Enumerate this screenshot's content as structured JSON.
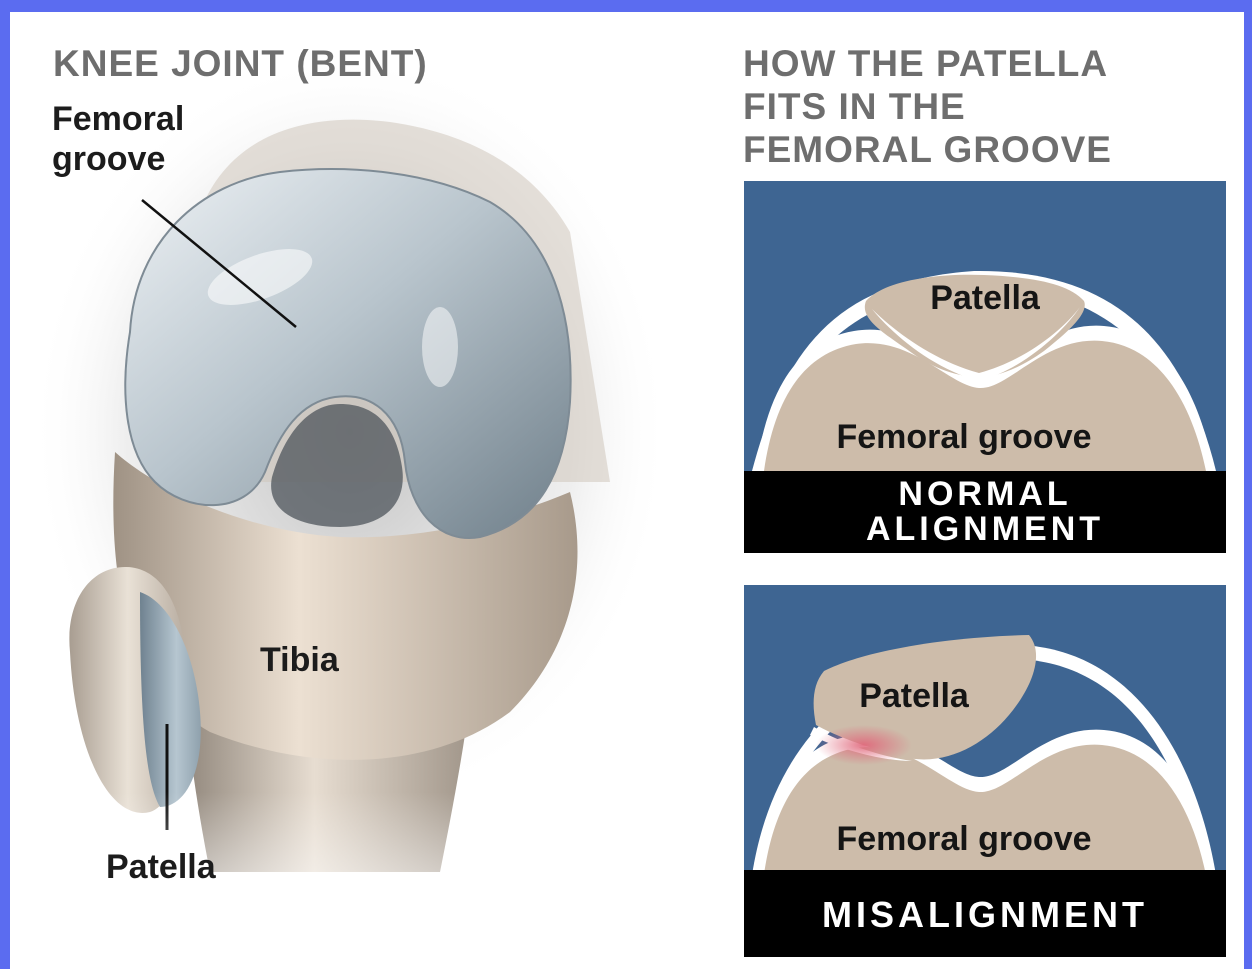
{
  "left_figure": {
    "title": "KNEE JOINT (BENT)",
    "labels": {
      "femoral_groove_line1": "Femoral",
      "femoral_groove_line2": "groove",
      "tibia": "Tibia",
      "patella": "Patella"
    }
  },
  "right_figure": {
    "title_lines": [
      "HOW THE PATELLA",
      "FITS IN THE",
      "FEMORAL GROOVE"
    ],
    "panels": [
      {
        "patella_label": "Patella",
        "groove_label": "Femoral groove",
        "caption_lines": [
          "NORMAL",
          "ALIGNMENT"
        ]
      },
      {
        "patella_label": "Patella",
        "groove_label": "Femoral groove",
        "caption_lines": [
          "MISALIGNMENT"
        ]
      }
    ]
  },
  "colors": {
    "border": "#5b6cf0",
    "panel_background": "#3e6592",
    "bone": "#cdbcaa",
    "cartilage": "#ffffff",
    "caption_bar": "#000000",
    "heading_text": "#6e6e6e",
    "irritation": "#e0667a"
  }
}
